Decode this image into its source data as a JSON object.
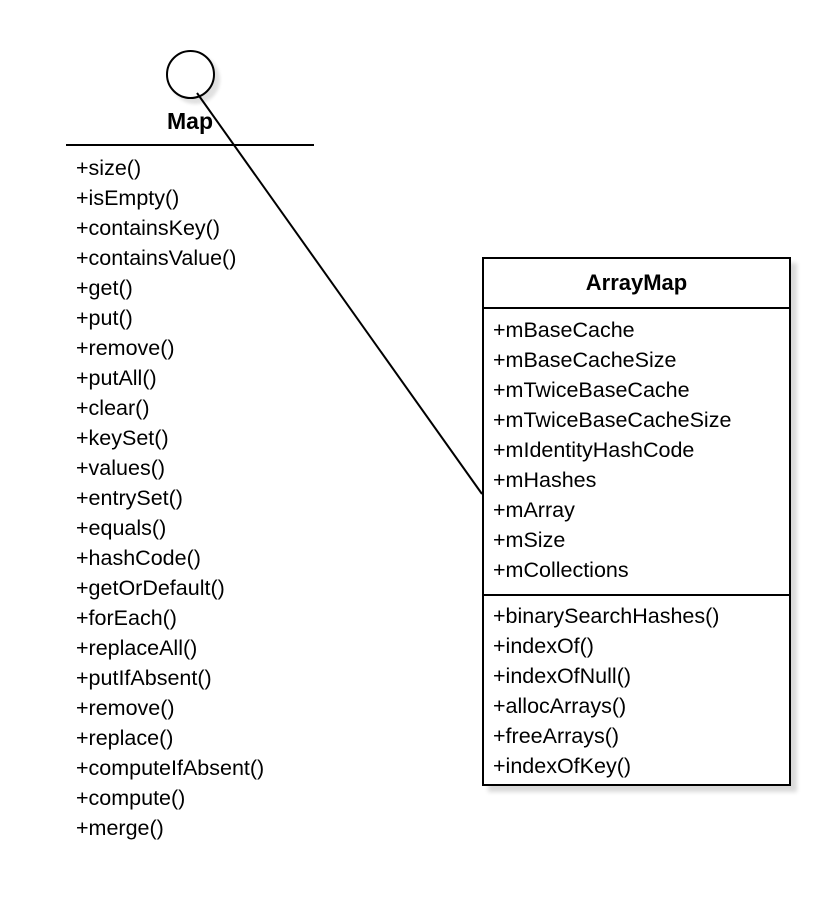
{
  "interface": {
    "name": "Map",
    "methods": [
      "+size()",
      "+isEmpty()",
      "+containsKey()",
      "+containsValue()",
      "+get()",
      "+put()",
      "+remove()",
      "+putAll()",
      "+clear()",
      "+keySet()",
      "+values()",
      "+entrySet()",
      "+equals()",
      "+hashCode()",
      "+getOrDefault()",
      "+forEach()",
      "+replaceAll()",
      "+putIfAbsent()",
      "+remove()",
      "+replace()",
      "+computeIfAbsent()",
      "+compute()",
      "+merge()"
    ]
  },
  "class": {
    "name": "ArrayMap",
    "fields": [
      "+mBaseCache",
      "+mBaseCacheSize",
      "+mTwiceBaseCache",
      "+mTwiceBaseCacheSize",
      "+mIdentityHashCode",
      "+mHashes",
      "+mArray",
      "+mSize",
      "+mCollections"
    ],
    "methods": [
      "+binarySearchHashes()",
      "+indexOf()",
      "+indexOfNull()",
      "+allocArrays()",
      "+freeArrays()",
      "+indexOfKey()"
    ]
  },
  "relationship": {
    "type": "realization",
    "from": "ArrayMap",
    "to": "Map"
  },
  "colors": {
    "stroke": "#000000",
    "background": "#ffffff"
  }
}
